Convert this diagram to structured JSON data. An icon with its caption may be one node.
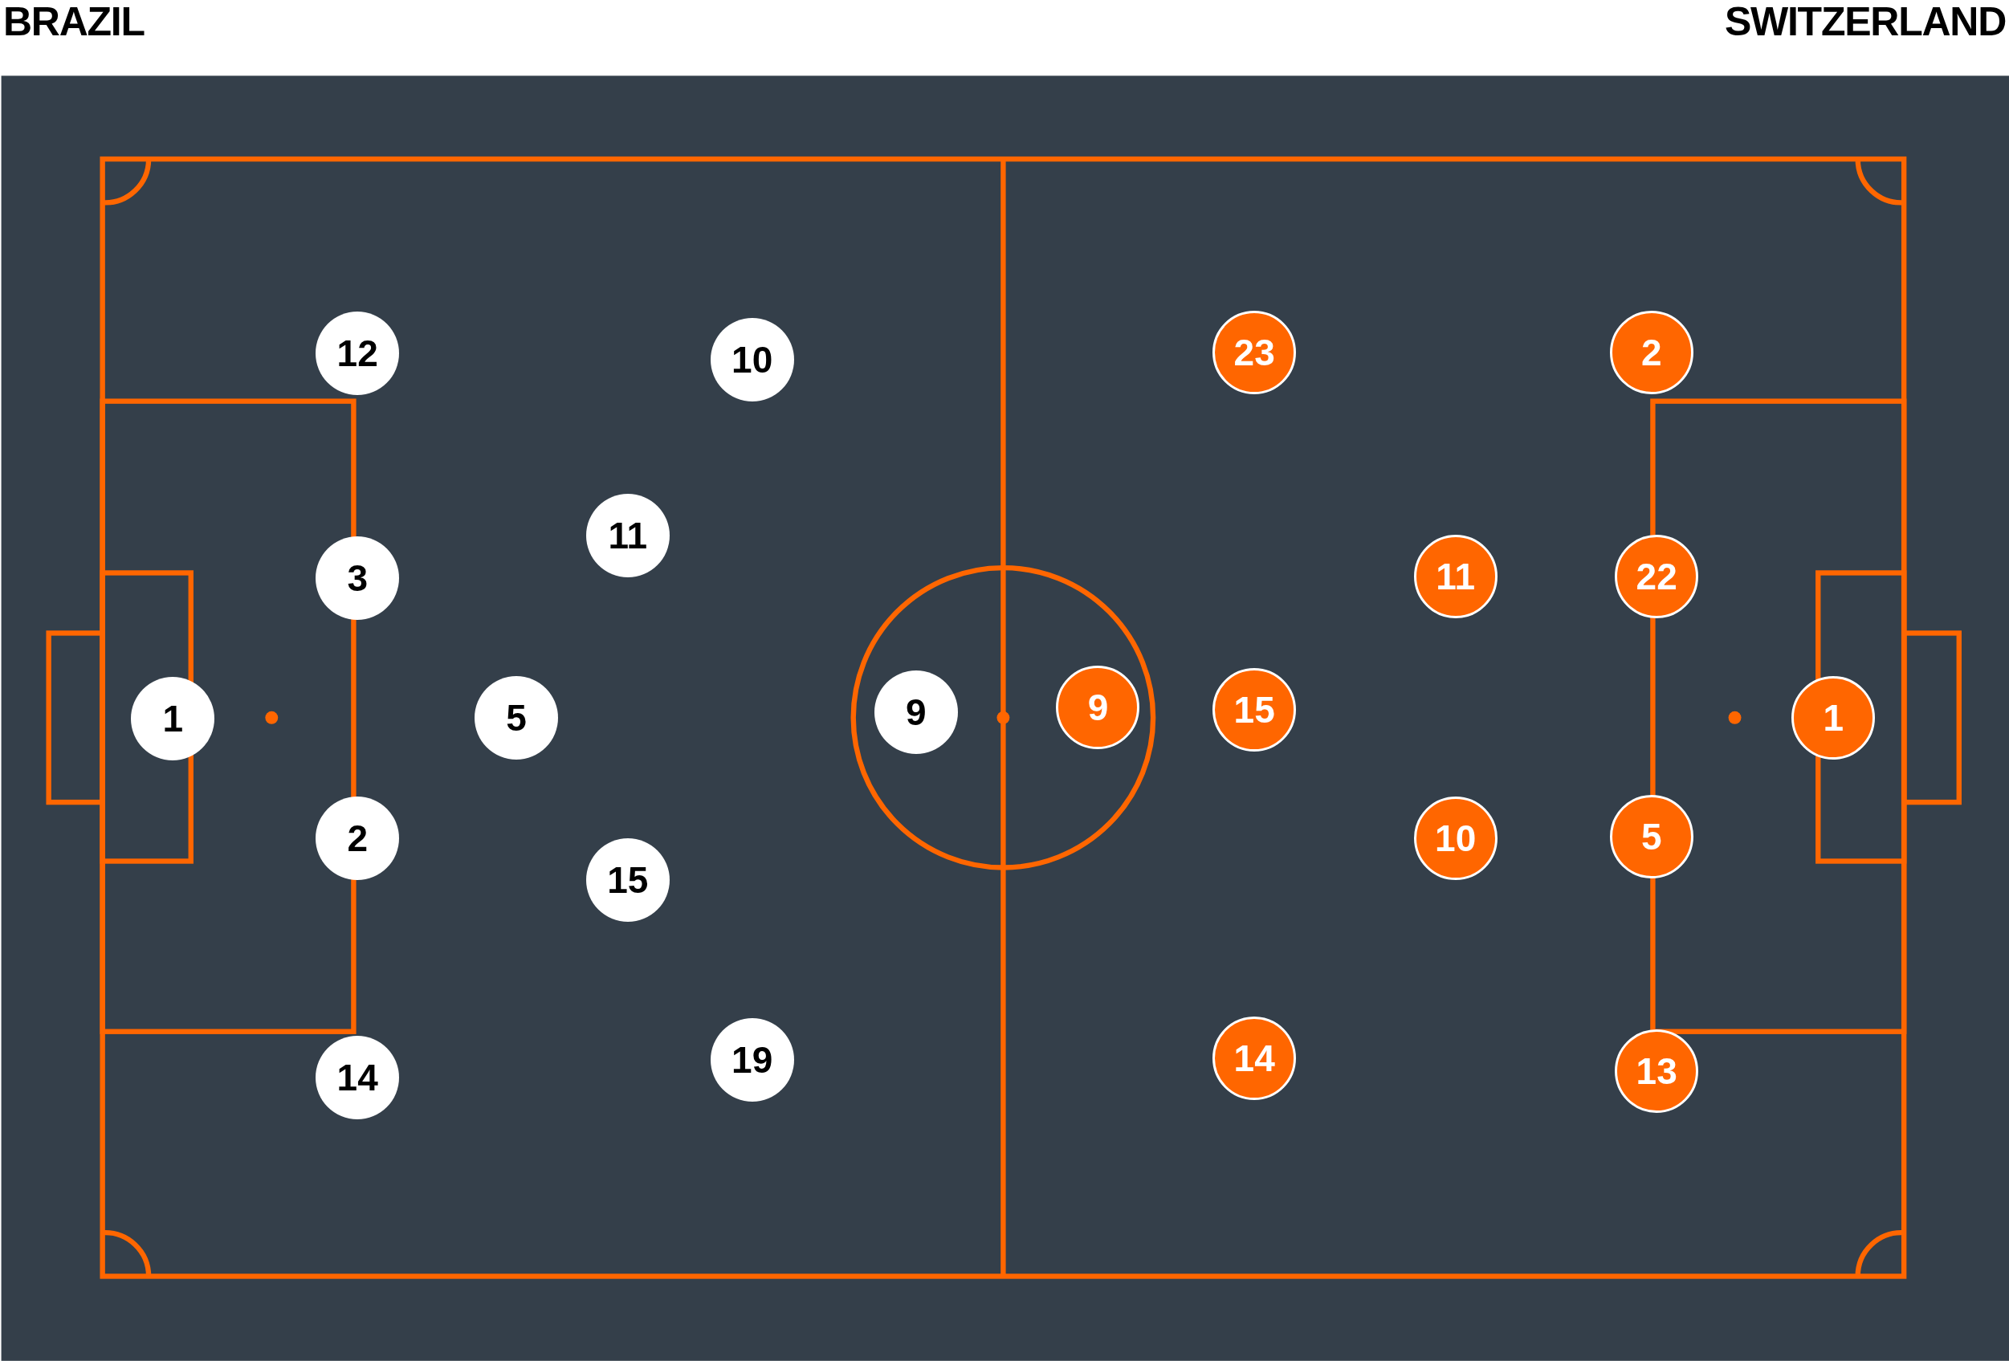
{
  "diagram": {
    "nodes": [
      {
        "text": [
          "12"
        ]
      },
      {
        "text": [
          "10"
        ]
      },
      {
        "text": [
          "11"
        ]
      },
      {
        "text": [
          "3"
        ]
      },
      {
        "text": [
          "1"
        ]
      },
      {
        "text": [
          "5"
        ]
      },
      {
        "text": [
          "9"
        ]
      },
      {
        "text": [
          "2"
        ]
      },
      {
        "text": [
          "15"
        ]
      },
      {
        "text": [
          "19"
        ]
      },
      {
        "text": [
          "14"
        ]
      },
      {
        "text": [
          "23"
        ]
      },
      {
        "text": [
          "2"
        ]
      },
      {
        "text": [
          "11"
        ]
      },
      {
        "text": [
          "22"
        ]
      },
      {
        "text": [
          "9"
        ]
      },
      {
        "text": [
          "15"
        ]
      },
      {
        "text": [
          "1"
        ]
      },
      {
        "text": [
          "10"
        ]
      },
      {
        "text": [
          "5"
        ]
      },
      {
        "text": [
          "14"
        ]
      },
      {
        "text": [
          "13"
        ]
      }
    ],
    "labels": [
      "BRAZIL",
      "SWITZERLAND"
    ]
  }
}
